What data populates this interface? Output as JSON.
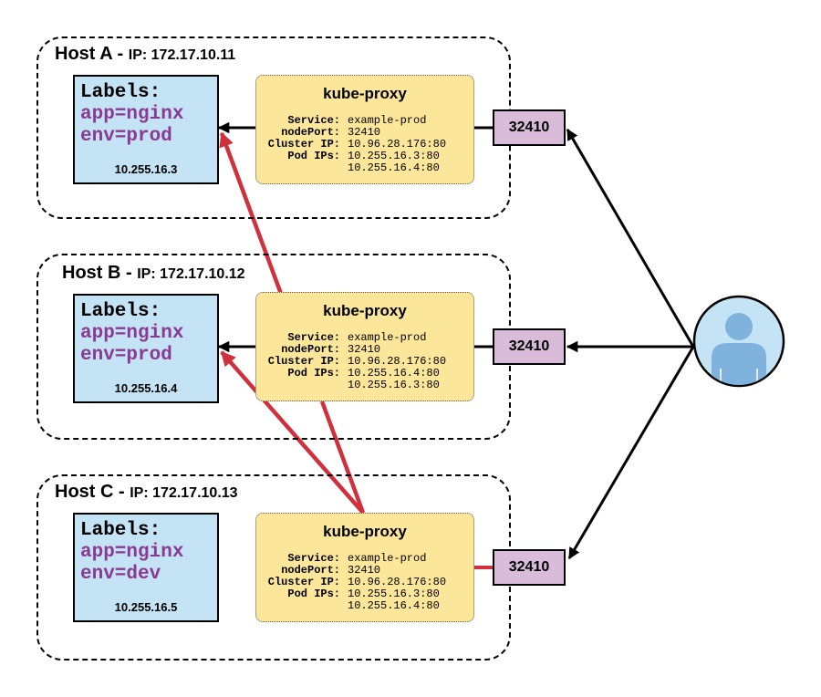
{
  "hosts": [
    {
      "name": "Host A",
      "ip_label": "IP:",
      "ip": "172.17.10.11",
      "pod": {
        "labels_heading": "Labels:",
        "labels": [
          "app=nginx",
          "env=prod"
        ],
        "ip": "10.255.16.3"
      },
      "proxy": {
        "title": "kube-proxy",
        "rows": [
          {
            "key": "Service:",
            "value": "example-prod"
          },
          {
            "key": "nodePort:",
            "value": "32410"
          },
          {
            "key": "Cluster IP:",
            "value": "10.96.28.176:80"
          },
          {
            "key": "Pod IPs:",
            "value": "10.255.16.3:80"
          },
          {
            "key": "",
            "value": "10.255.16.4:80"
          }
        ]
      },
      "node_port": "32410"
    },
    {
      "name": "Host B",
      "ip_label": "IP:",
      "ip": "172.17.10.12",
      "pod": {
        "labels_heading": "Labels:",
        "labels": [
          "app=nginx",
          "env=prod"
        ],
        "ip": "10.255.16.4"
      },
      "proxy": {
        "title": "kube-proxy",
        "rows": [
          {
            "key": "Service:",
            "value": "example-prod"
          },
          {
            "key": "nodePort:",
            "value": "32410"
          },
          {
            "key": "Cluster IP:",
            "value": "10.96.28.176:80"
          },
          {
            "key": "Pod IPs:",
            "value": "10.255.16.4:80"
          },
          {
            "key": "",
            "value": "10.255.16.3:80"
          }
        ]
      },
      "node_port": "32410"
    },
    {
      "name": "Host C",
      "ip_label": "IP:",
      "ip": "172.17.10.13",
      "pod": {
        "labels_heading": "Labels:",
        "labels": [
          "app=nginx",
          "env=dev"
        ],
        "ip": "10.255.16.5"
      },
      "proxy": {
        "title": "kube-proxy",
        "rows": [
          {
            "key": "Service:",
            "value": "example-prod"
          },
          {
            "key": "nodePort:",
            "value": "32410"
          },
          {
            "key": "Cluster IP:",
            "value": "10.96.28.176:80"
          },
          {
            "key": "Pod IPs:",
            "value": "10.255.16.3:80"
          },
          {
            "key": "",
            "value": "10.255.16.4:80"
          }
        ]
      },
      "node_port": "32410"
    }
  ],
  "client": {
    "icon": "user-icon"
  },
  "colors": {
    "pod_fill": "#c4e3f5",
    "proxy_fill": "#fbe69a",
    "port_fill": "#d9bcd9",
    "label_text": "#8b3a93",
    "redirect_arrow": "#d0303c",
    "client_circle": "#c4e3f5",
    "client_figure": "#7fb2dd"
  }
}
